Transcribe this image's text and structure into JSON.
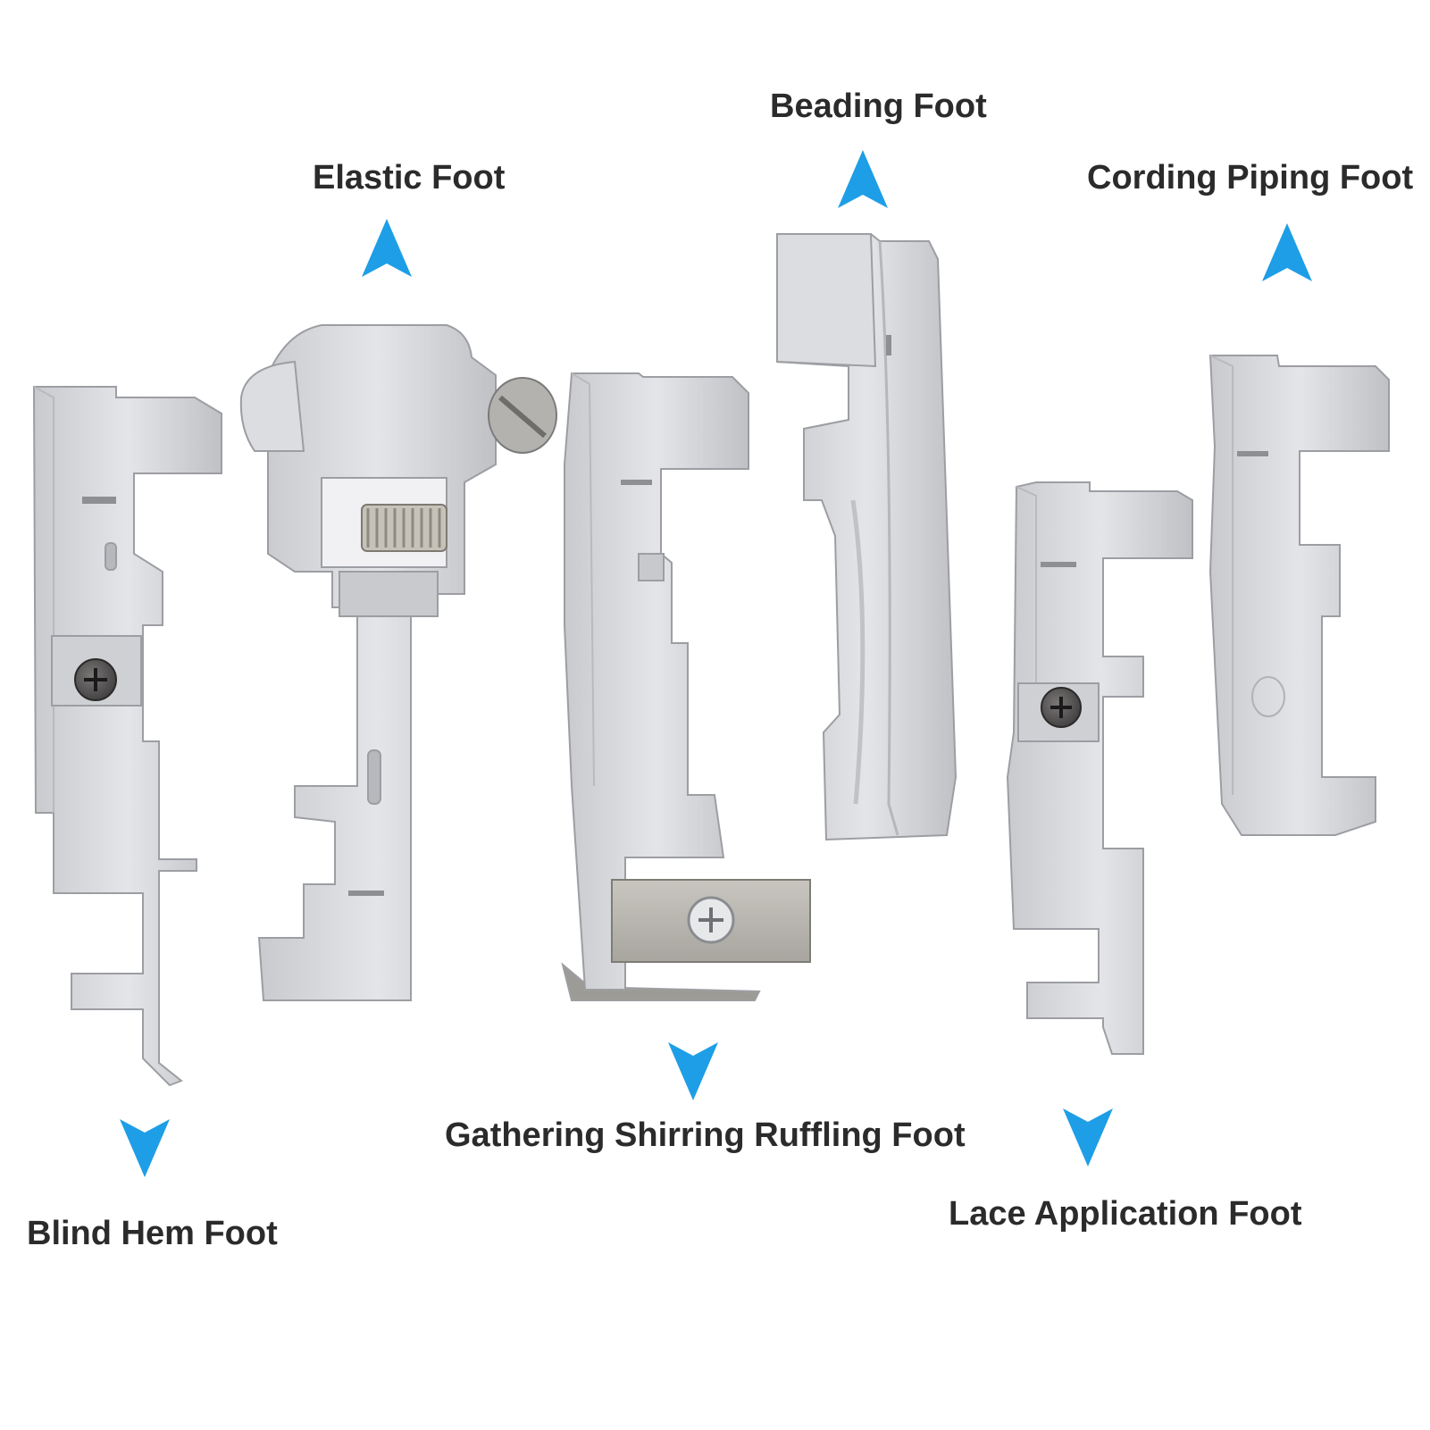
{
  "labels": {
    "elastic": "Elastic Foot",
    "beading": "Beading Foot",
    "cording": "Cording Piping Foot",
    "blind_hem": "Blind Hem Foot",
    "gathering": "Gathering Shirring Ruffling Foot",
    "lace": "Lace Application Foot"
  },
  "colors": {
    "arrow": "#1e9ee6",
    "metal": "#d6d7db",
    "metal_dark": "#a9abb0",
    "metal_light": "#e9eaed",
    "text": "#2b2b2b"
  }
}
